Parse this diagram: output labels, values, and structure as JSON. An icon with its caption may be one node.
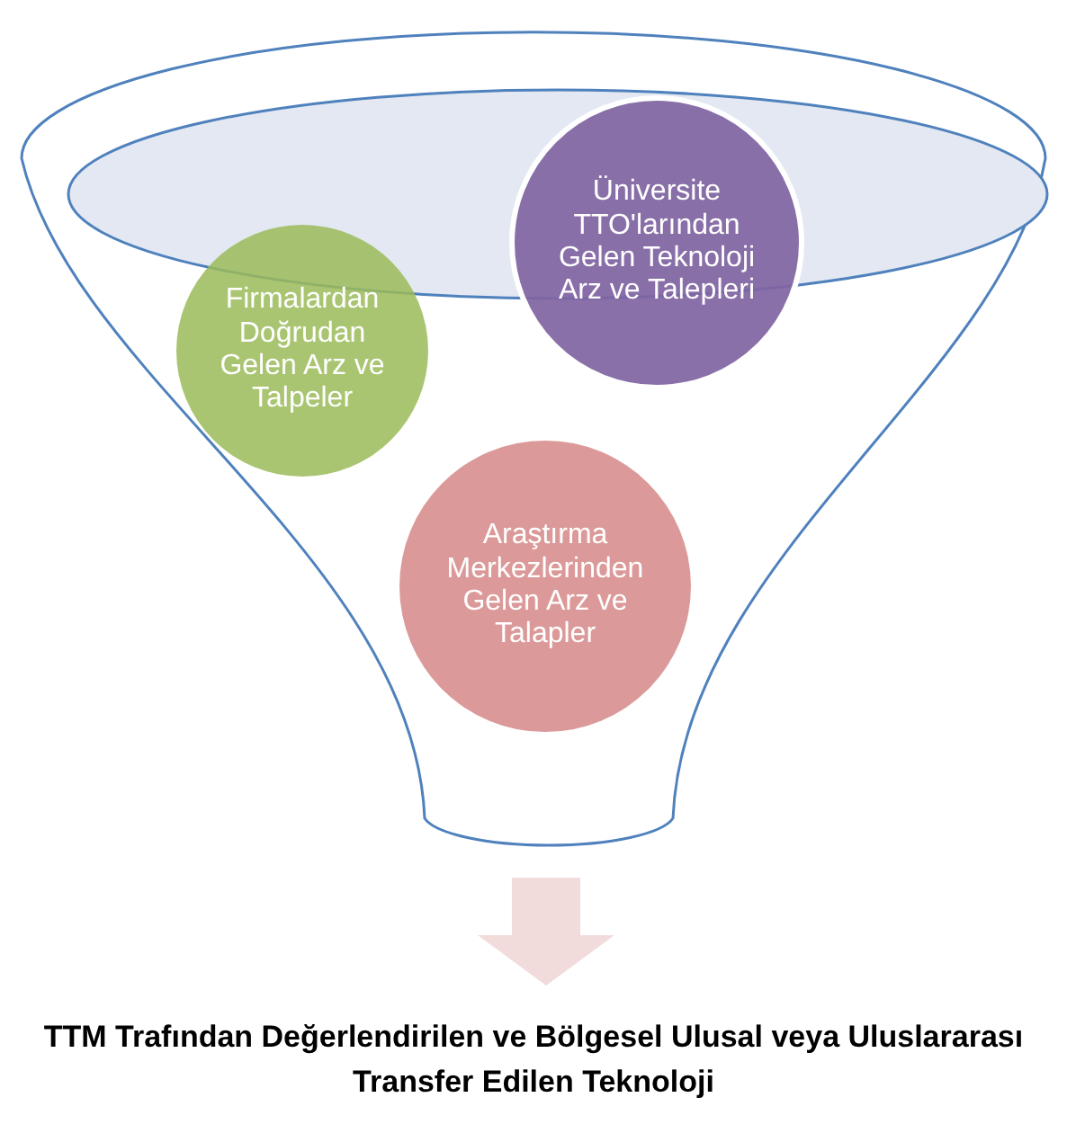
{
  "diagram": {
    "nodes": [
      {
        "text": [],
        "shape": "funnel"
      },
      {
        "text": [
          "Firmalardan Doğrudan Gelen Arz ve Talpeler"
        ],
        "in": 0
      },
      {
        "text": [
          "Üniversite TTO'larından Gelen Teknoloji Arz ve Talepleri"
        ],
        "in": 0
      },
      {
        "text": [
          "Araştırma Merkezlerinden Gelen Arz ve Talapler"
        ],
        "in": 0
      },
      {
        "text": [
          "TTM Trafından Değerlendirilen ve Bölgesel Ulusal veya Uluslararası Transfer Edilen Teknoloji"
        ]
      }
    ],
    "edges": [
      {
        "from": 0,
        "to": 4,
        "arrow": "to",
        "style": "thick",
        "color": "#f2dcdb"
      }
    ]
  }
}
